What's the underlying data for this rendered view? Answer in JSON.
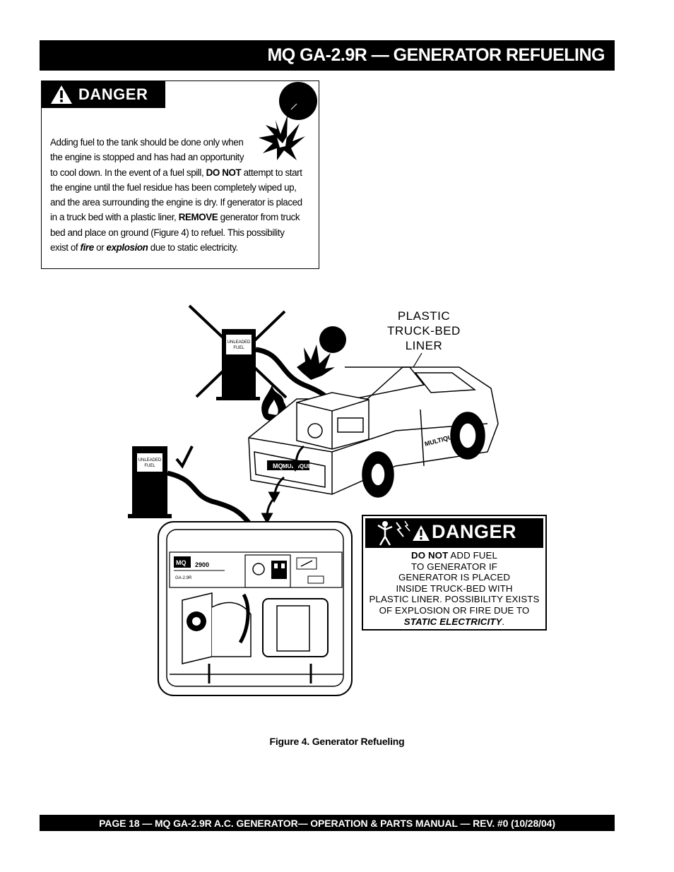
{
  "header": {
    "title": "MQ GA-2.9R — GENERATOR REFUELING"
  },
  "danger_box": {
    "label": "DANGER",
    "text": {
      "line1": "Adding fuel to the tank should be done only when",
      "line2": "the engine is stopped and has had an opportunity",
      "line3a": "to cool down.  In the event of a fuel spill, ",
      "line3b": "DO NOT",
      "line3c": " attempt to start",
      "line4": "the engine until the fuel residue has been completely wiped up,",
      "line5": "and the area surrounding the engine is dry.  If generator is placed",
      "line6a": "in a truck bed with a plastic liner, ",
      "line6b": "REMOVE",
      "line6c": " generator from truck",
      "line7": "bed and place on ground (Figure 4) to refuel. This possibility",
      "line8a": "exist of ",
      "line8b": "fire",
      "line8c": " or ",
      "line8d": "explosion",
      "line8e": " due to static electricity."
    }
  },
  "figure": {
    "liner_label": [
      "PLASTIC",
      "TRUCK-BED",
      "LINER"
    ],
    "pump_label_top": [
      "UNLEADED",
      "FUEL"
    ],
    "pump_label_bottom": [
      "UNLEADED",
      "FUEL"
    ],
    "truck_brand": "MULTIQUIP",
    "truck_badge": "MQ",
    "door_brand": "MULTIQUIP",
    "panel_model": "2900",
    "panel_id": "GA-2.9R",
    "panel_brand": "MQ",
    "warning_sign": {
      "title": "DANGER",
      "line1a": "DO NOT",
      "line1b": " ADD FUEL",
      "line2": "TO GENERATOR IF",
      "line3": "GENERATOR IS PLACED",
      "line4": "INSIDE TRUCK-BED WITH",
      "line5": "PLASTIC LINER. POSSIBILITY EXISTS",
      "line6": "OF EXPLOSION OR FIRE DUE TO",
      "line7a": "STATIC ELECTRICITY",
      "line7b": "."
    },
    "caption": "Figure  4. Generator Refueling"
  },
  "footer": {
    "text": "PAGE 18 — MQ GA-2.9R A.C. GENERATOR—  OPERATION & PARTS MANUAL — REV. #0 (10/28/04)"
  }
}
